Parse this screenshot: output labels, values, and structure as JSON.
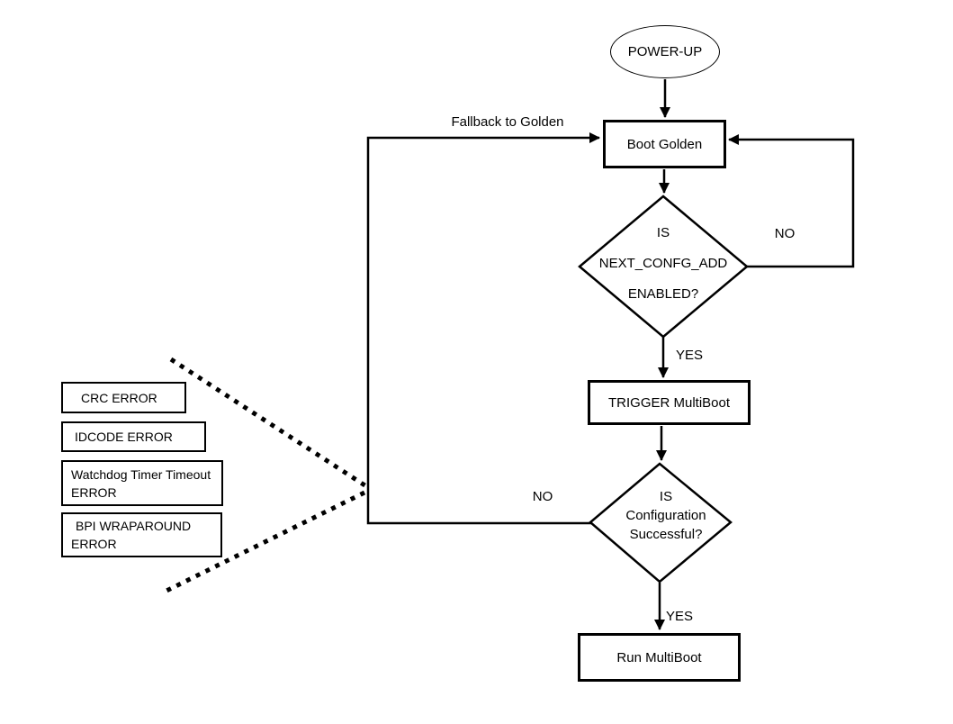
{
  "flowchart": {
    "start": "POWER-UP",
    "boot_golden": "Boot Golden",
    "decision_next_confg": {
      "line1": "IS",
      "line2": "NEXT_CONFG_ADD",
      "line3": "ENABLED?"
    },
    "trigger_multiboot": "TRIGGER MultiBoot",
    "decision_config_success": {
      "line1": "IS",
      "line2": "Configuration",
      "line3": "Successful?"
    },
    "run_multiboot": "Run MultiBoot",
    "labels": {
      "fallback_to_golden": "Fallback to Golden",
      "next_confg_no": "NO",
      "next_confg_yes": "YES",
      "config_success_no": "NO",
      "config_success_yes": "YES"
    },
    "error_boxes": [
      {
        "line1": "CRC ERROR",
        "line2": ""
      },
      {
        "line1": "IDCODE ERROR",
        "line2": ""
      },
      {
        "line1": "Watchdog Timer Timeout",
        "line2": "ERROR"
      },
      {
        "line1": "BPI WRAPAROUND",
        "line2": "ERROR"
      }
    ],
    "colors": {
      "stroke": "#000000",
      "background": "#ffffff"
    }
  }
}
